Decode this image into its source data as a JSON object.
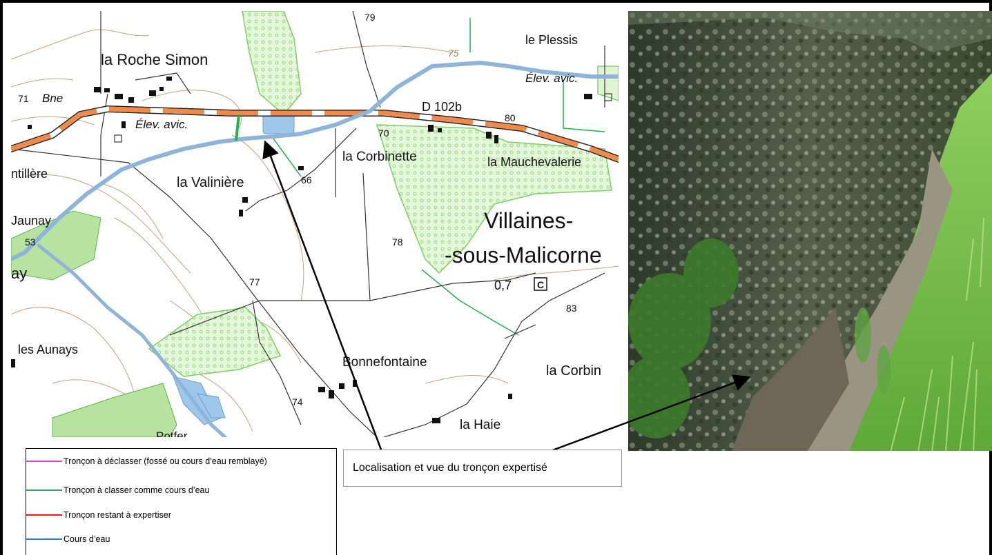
{
  "map": {
    "places": [
      {
        "id": "roche-simon",
        "text": "la Roche Simon"
      },
      {
        "id": "plessis",
        "text": "le Plessis"
      },
      {
        "id": "bne",
        "text": "Bne"
      },
      {
        "id": "elev1",
        "text": "Élev. avic."
      },
      {
        "id": "elev2",
        "text": "Élev. avic."
      },
      {
        "id": "d102b",
        "text": "D 102b"
      },
      {
        "id": "corbinette",
        "text": "la Corbinette"
      },
      {
        "id": "mauchevalerie",
        "text": "la Mauchevalerie"
      },
      {
        "id": "ntillere",
        "text": "ntillère"
      },
      {
        "id": "valiniere",
        "text": "la Valinière"
      },
      {
        "id": "jaunay",
        "text": "Jaunay"
      },
      {
        "id": "villaines",
        "text": "Villaines-"
      },
      {
        "id": "malicorne",
        "text": "-sous-Malicorne"
      },
      {
        "id": "ay",
        "text": "ay"
      },
      {
        "id": "val07",
        "text": "0,7"
      },
      {
        "id": "aunays",
        "text": "les Aunays"
      },
      {
        "id": "bonnefontaine",
        "text": "Bonnefontaine"
      },
      {
        "id": "corbin",
        "text": "la Corbin"
      },
      {
        "id": "haie",
        "text": "la Haie"
      },
      {
        "id": "potfer",
        "text": "Potfer"
      },
      {
        "id": "cemetery",
        "text": "C"
      }
    ],
    "elevations": [
      {
        "id": "e79",
        "text": "79"
      },
      {
        "id": "e75",
        "text": "75"
      },
      {
        "id": "e71",
        "text": "71"
      },
      {
        "id": "e80",
        "text": "80"
      },
      {
        "id": "e70",
        "text": "70"
      },
      {
        "id": "e66",
        "text": "66"
      },
      {
        "id": "e53",
        "text": "53"
      },
      {
        "id": "e78",
        "text": "78"
      },
      {
        "id": "e77",
        "text": "77"
      },
      {
        "id": "e83",
        "text": "83"
      },
      {
        "id": "e74",
        "text": "74"
      }
    ]
  },
  "legend": [
    {
      "label": "Tronçon à déclasser (fossé ou cours d’eau remblayé)",
      "color": "#e040e0"
    },
    {
      "label": "Tronçon à classer comme cours d’eau",
      "color": "#22b14c"
    },
    {
      "label": "Tronçon restant à expertiser",
      "color": "#e01b1b"
    },
    {
      "label": "Cours d’eau",
      "color": "#2f7fd1"
    }
  ],
  "caption": "Localisation  et vue du tronçon expertisé",
  "colors": {
    "road": "#f08a4b",
    "stream": "#8fb4d9",
    "hatch": "#bfe8a8",
    "contour": "#c9a07a",
    "green": "#22b14c"
  }
}
